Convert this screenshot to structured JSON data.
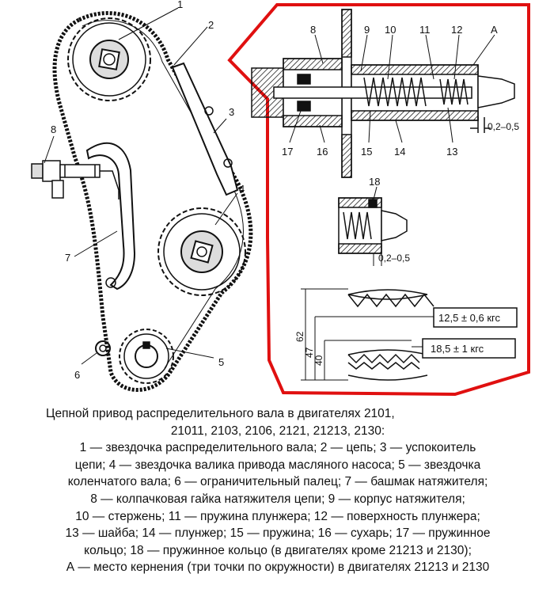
{
  "labels": {
    "n1": "1",
    "n2": "2",
    "n3": "3",
    "n4": "4",
    "n5": "5",
    "n6": "6",
    "n7": "7",
    "n8": "8",
    "n9": "9",
    "n10": "10",
    "n11": "11",
    "n12": "12",
    "nA": "А",
    "n13": "13",
    "n14": "14",
    "n15": "15",
    "n16": "16",
    "n17": "17",
    "n18": "18",
    "gap_top": "0,2–0,5",
    "gap_mid": "0,2–0,5",
    "dim_62": "62",
    "dim_47": "47",
    "dim_40": "40",
    "force_1": "12,5 ± 0,6 кгс",
    "force_2": "18,5 ± 1 кгс"
  },
  "caption": {
    "line1": "Цепной привод распределительного вала в двигателях 2101,",
    "line2": "21011, 2103, 2106, 2121, 21213, 2130:",
    "line3": "1 — звездочка распределительного вала; 2 — цепь; 3 — успокоитель",
    "line4": "цепи; 4 — звездочка валика привода масляного насоса; 5 — звездочка",
    "line5": "коленчатого вала; 6 — ограничительный палец; 7 — башмак натяжителя;",
    "line6": "8 — колпачковая гайка натяжителя цепи; 9 — корпус натяжителя;",
    "line7": "10 — стержень; 11 — пружина плунжера; 12 — поверхность плунжера;",
    "line8": "13 — шайба; 14 — плунжер; 15 — пружина; 16 — сухарь; 17 — пружинное",
    "line9": "кольцо; 18 — пружинное кольцо (в двигателях кроме 21213 и 2130);",
    "line10": "А — место кернения (три точки по окружности) в двигателях 21213 и 2130"
  },
  "colors": {
    "frame": "#e01010",
    "ink": "#111111"
  }
}
